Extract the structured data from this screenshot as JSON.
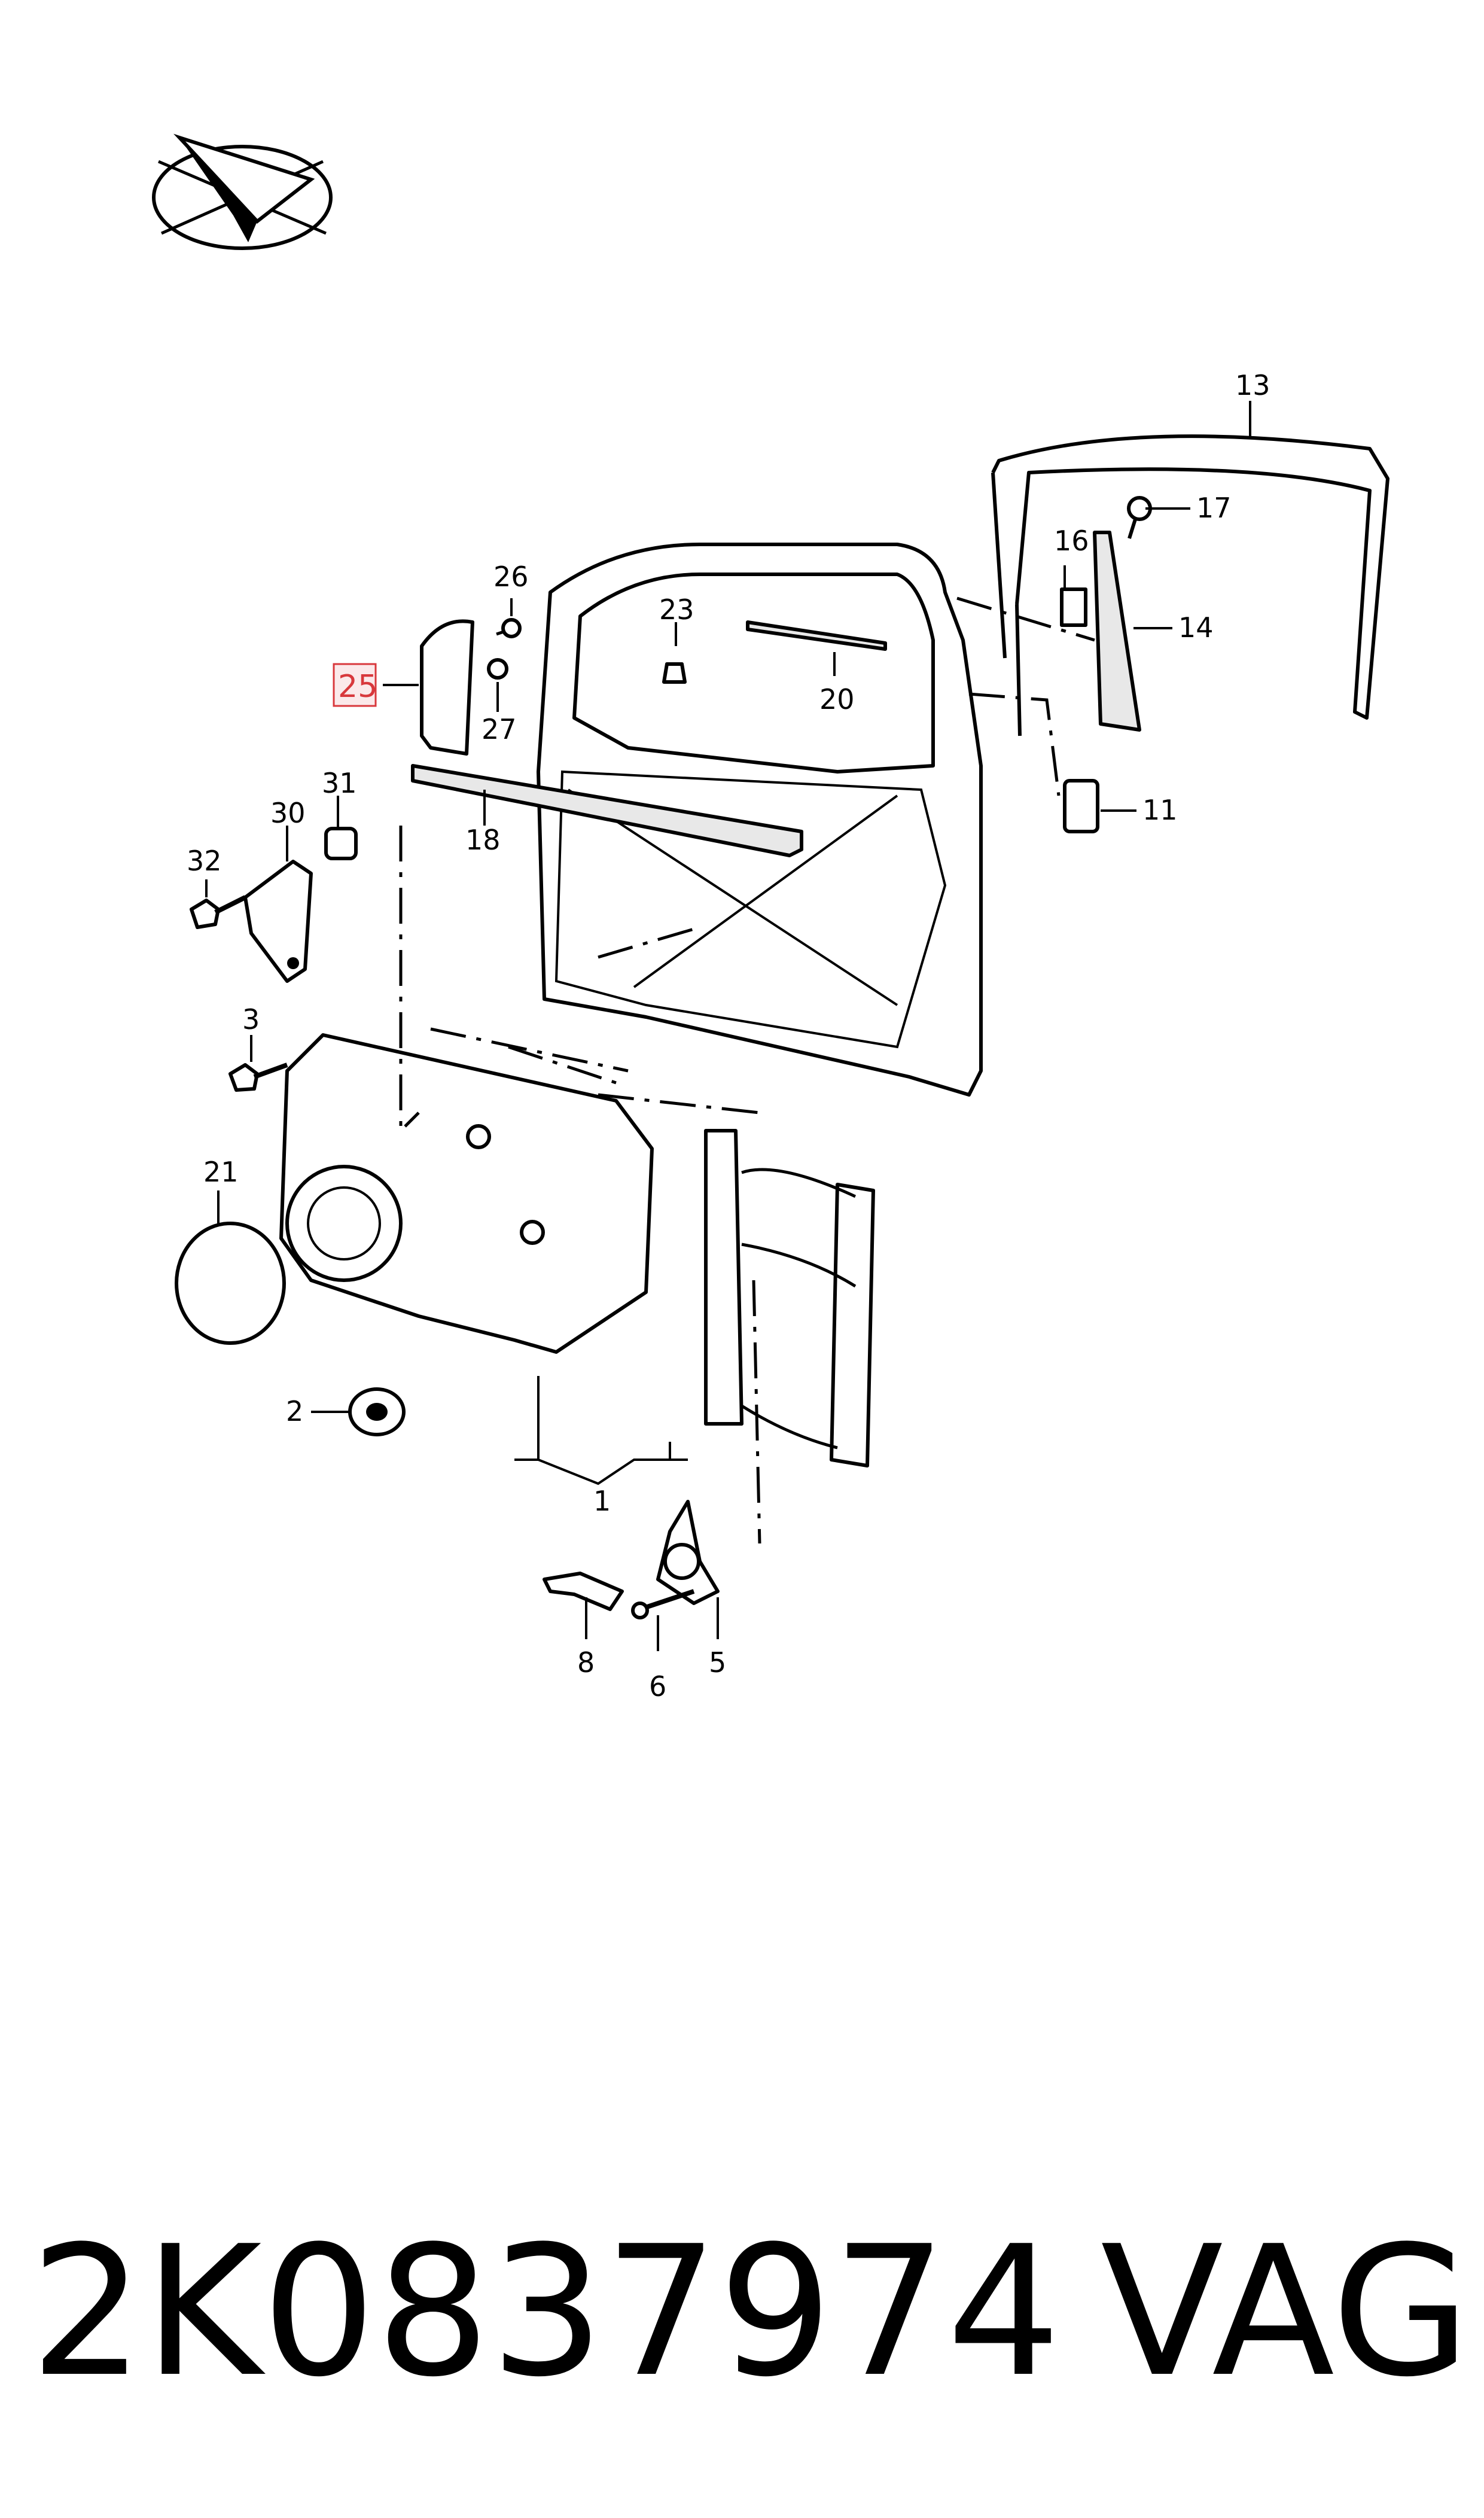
{
  "diagram": {
    "callouts": [
      "1",
      "2",
      "3",
      "5",
      "6",
      "8",
      "11",
      "13",
      "14",
      "16",
      "17",
      "18",
      "20",
      "21",
      "23",
      "25",
      "26",
      "27",
      "30",
      "31",
      "32"
    ],
    "highlighted_callout": "25",
    "highlight_color": "#d8383c"
  },
  "footer": {
    "part_number": "2K0837974",
    "brand": "VAG"
  },
  "logo_icon": "paper-plane-compass-logo"
}
